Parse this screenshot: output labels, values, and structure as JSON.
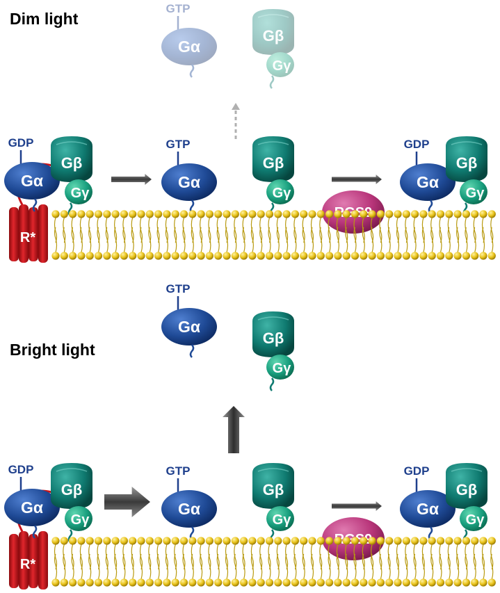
{
  "panels": [
    {
      "title": "Dim light",
      "receptor": "R*",
      "first_complex": {
        "nucleotide": "GDP",
        "alpha": "Gα",
        "beta": "Gβ",
        "gamma": "Gγ"
      },
      "activated_alpha": {
        "nucleotide": "GTP",
        "alpha": "Gα"
      },
      "free_beta_gamma": {
        "beta": "Gβ",
        "gamma": "Gγ"
      },
      "released_alpha_faded": {
        "nucleotide": "GTP",
        "alpha": "Gα"
      },
      "released_beta_gamma_faded": {
        "beta": "Gβ",
        "gamma": "Gγ"
      },
      "gap_protein": "RGS9",
      "recovered_complex": {
        "nucleotide": "GDP",
        "alpha": "Gα",
        "beta": "Gβ",
        "gamma": "Gγ"
      }
    },
    {
      "title": "Bright light",
      "receptor": "R*",
      "first_complex": {
        "nucleotide": "GDP",
        "alpha": "Gα",
        "beta": "Gβ",
        "gamma": "Gγ"
      },
      "activated_alpha": {
        "nucleotide": "GTP",
        "alpha": "Gα"
      },
      "free_beta_gamma": {
        "beta": "Gβ",
        "gamma": "Gγ"
      },
      "released_alpha": {
        "nucleotide": "GTP",
        "alpha": "Gα"
      },
      "released_beta_gamma": {
        "beta": "Gβ",
        "gamma": "Gγ"
      },
      "gap_protein": "RGS9",
      "recovered_complex": {
        "nucleotide": "GDP",
        "alpha": "Gα",
        "beta": "Gβ",
        "gamma": "Gγ"
      }
    }
  ],
  "colors": {
    "g_alpha": "#1f4a96",
    "g_beta": "#0f7a70",
    "g_gamma": "#1aa07f",
    "nucleotide_text": "#1e3f8c",
    "receptor": "#c8141a",
    "rgs9": "#b8357a",
    "membrane_head": "#e8c21a",
    "membrane_tail": "#b89a10",
    "arrow": "#555555"
  }
}
